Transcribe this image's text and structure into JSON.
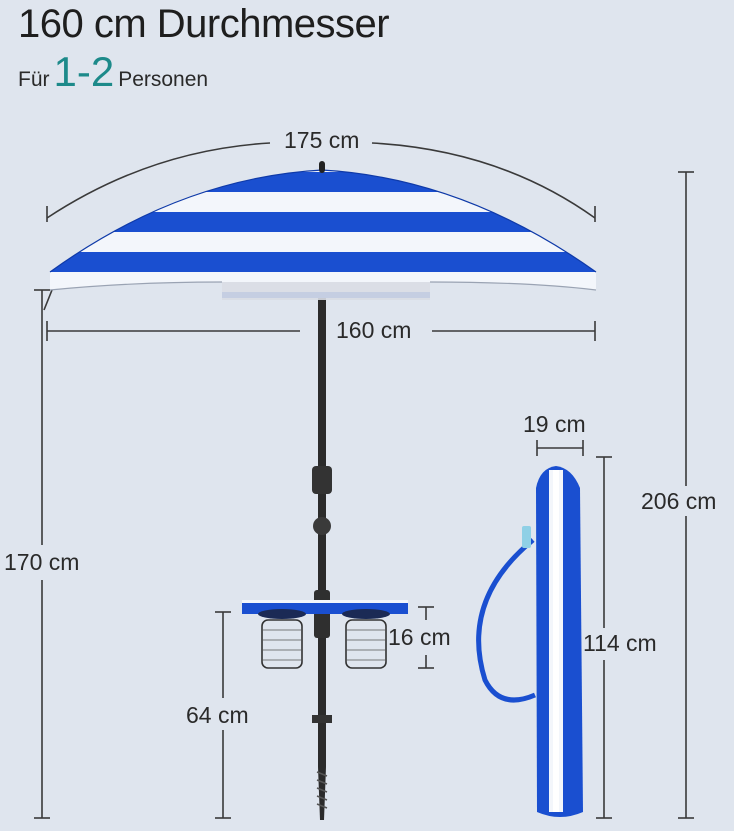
{
  "header": {
    "title": "160 cm Durchmesser",
    "subtitle_prefix": "Für",
    "subtitle_accent": "1-2",
    "subtitle_suffix": "Personen"
  },
  "dimensions": {
    "arc_width": "175 cm",
    "canopy_diameter": "160 cm",
    "total_height": "206 cm",
    "pole_height": "170 cm",
    "bag_width": "19 cm",
    "bag_length": "114 cm",
    "tray_height": "16 cm",
    "tray_from_ground": "64 cm"
  },
  "colors": {
    "background": "#dfe5ee",
    "stripe_blue": "#1a4fd0",
    "stripe_white": "#f3f6fb",
    "accent": "#1d8a8a",
    "pole": "#2b2b2b"
  }
}
